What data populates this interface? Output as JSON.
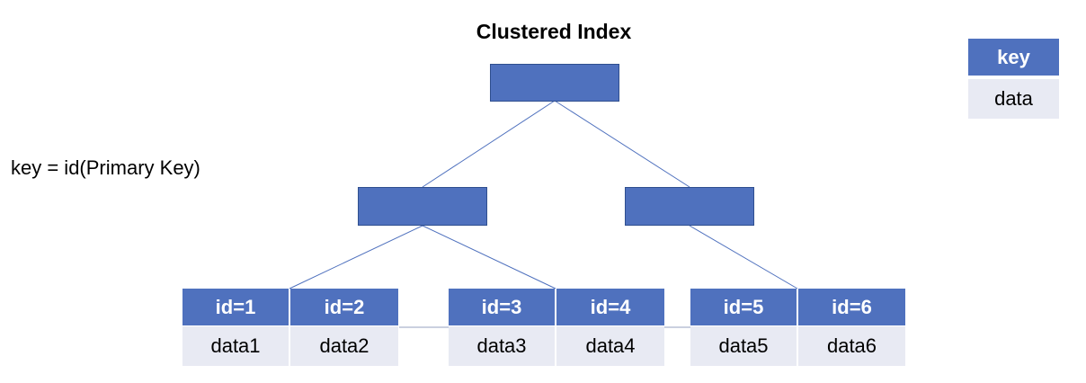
{
  "title": "Clustered Index",
  "key_note": "key = id(Primary Key)",
  "legend": {
    "key": "key",
    "data": "data"
  },
  "colors": {
    "node": "#4f71be",
    "data_bg": "#e8eaf3",
    "line": "#4f71be"
  },
  "leaves": [
    {
      "key": "id=1",
      "data": "data1"
    },
    {
      "key": "id=2",
      "data": "data2"
    },
    {
      "key": "id=3",
      "data": "data3"
    },
    {
      "key": "id=4",
      "data": "data4"
    },
    {
      "key": "id=5",
      "data": "data5"
    },
    {
      "key": "id=6",
      "data": "data6"
    }
  ]
}
